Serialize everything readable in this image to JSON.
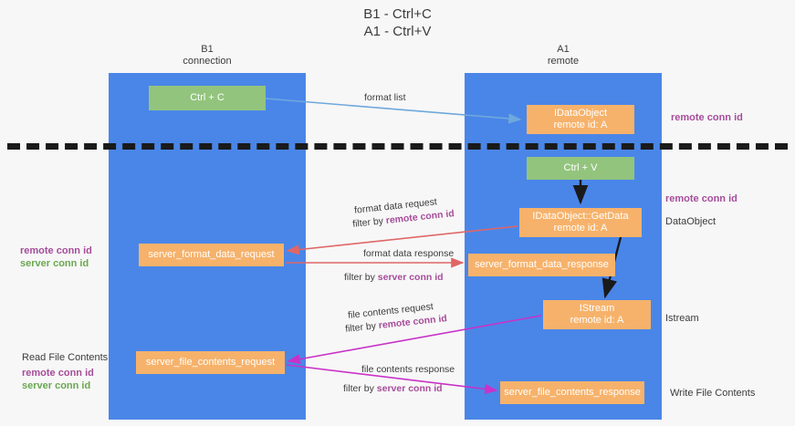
{
  "title": "B1 - Ctrl+C\nA1 - Ctrl+V",
  "lanes": {
    "left": {
      "name": "B1",
      "sub": "connection",
      "header": "B1\nconnection",
      "color": "#4a86e8"
    },
    "right": {
      "name": "A1",
      "sub": "remote",
      "header": "A1\nremote",
      "color": "#4a86e8"
    }
  },
  "nodes": {
    "ctrl_c": {
      "label": "Ctrl + C",
      "color": "#93c47d",
      "lane": "left"
    },
    "idataobject": {
      "label": "IDataObject\nremote id: A",
      "color": "#f6b26b",
      "lane": "right"
    },
    "ctrl_v": {
      "label": "Ctrl + V",
      "color": "#93c47d",
      "lane": "right"
    },
    "getdata": {
      "label": "IDataObject::GetData\nremote id: A",
      "color": "#f6b26b",
      "lane": "right"
    },
    "server_format_data_request": {
      "label": "server_format_data_request",
      "color": "#f6b26b",
      "lane": "left"
    },
    "server_format_data_response": {
      "label": "server_format_data_response",
      "color": "#f6b26b",
      "lane": "right"
    },
    "istream": {
      "label": "IStream\nremote id: A",
      "color": "#f6b26b",
      "lane": "right"
    },
    "server_file_contents_request": {
      "label": "server_file_contents_request",
      "color": "#f6b26b",
      "lane": "left"
    },
    "server_file_contents_response": {
      "label": "server_file_contents_response",
      "color": "#f6b26b",
      "lane": "right"
    }
  },
  "edges": {
    "format_list": {
      "label": "format list",
      "color": "#6fa8dc"
    },
    "format_data_request": {
      "label": "format data request",
      "filter_prefix": "filter by ",
      "filter_key": "remote conn id",
      "color": "#e06666"
    },
    "format_data_response": {
      "label": "format data response",
      "filter_prefix": "filter by ",
      "filter_key": "server conn id",
      "color": "#e06666"
    },
    "file_contents_request": {
      "label": "file contents request",
      "filter_prefix": "filter by ",
      "filter_key": "remote conn id",
      "color": "#c832c8"
    },
    "file_contents_response": {
      "label": "file contents response",
      "filter_prefix": "filter by ",
      "filter_key": "server conn id",
      "color": "#c832c8"
    }
  },
  "annotations": {
    "remote_conn_id_top": "remote conn id",
    "remote_conn_id_mid": "remote conn id",
    "dataobject": "DataObject",
    "istream": "Istream",
    "write_file_contents": "Write File Contents",
    "left_remote_conn_id": "remote conn id",
    "left_server_conn_id": "server conn id",
    "read_file_contents": "Read File Contents",
    "left_remote_conn_id_2": "remote conn id",
    "left_server_conn_id_2": "server conn id"
  },
  "colors": {
    "lane": "#4a86e8",
    "green_node": "#93c47d",
    "orange_node": "#f6b26b",
    "purple_text": "#a64d9a",
    "green_text": "#6aa84f",
    "red_arrow": "#e06666",
    "magenta_arrow": "#c832c8",
    "blue_arrow": "#6fa8dc",
    "divider": "#1a1a1a",
    "background": "#f7f7f7"
  }
}
